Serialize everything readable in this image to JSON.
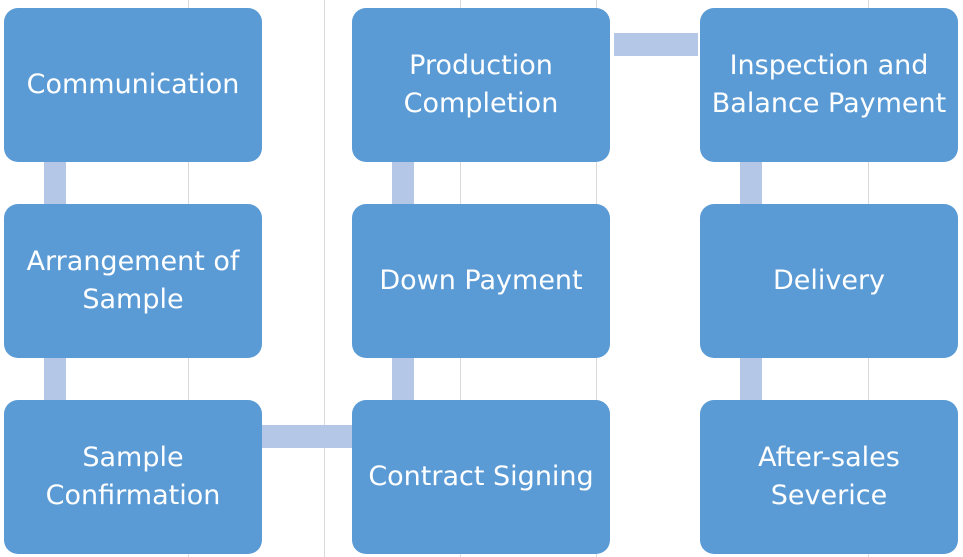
{
  "diagram": {
    "steps": [
      {
        "label": "Communication"
      },
      {
        "label": "Arrangement of Sample"
      },
      {
        "label": "Sample Confirmation"
      },
      {
        "label": "Contract Signing"
      },
      {
        "label": "Down Payment"
      },
      {
        "label": "Production Completion"
      },
      {
        "label": "Inspection and Balance Payment"
      },
      {
        "label": "Delivery"
      },
      {
        "label": "After-sales Severice"
      }
    ],
    "colors": {
      "box_fill": "#5b9bd5",
      "connector": "#b4c7e7",
      "text": "#ffffff",
      "gridline": "#d9d9d9"
    }
  }
}
